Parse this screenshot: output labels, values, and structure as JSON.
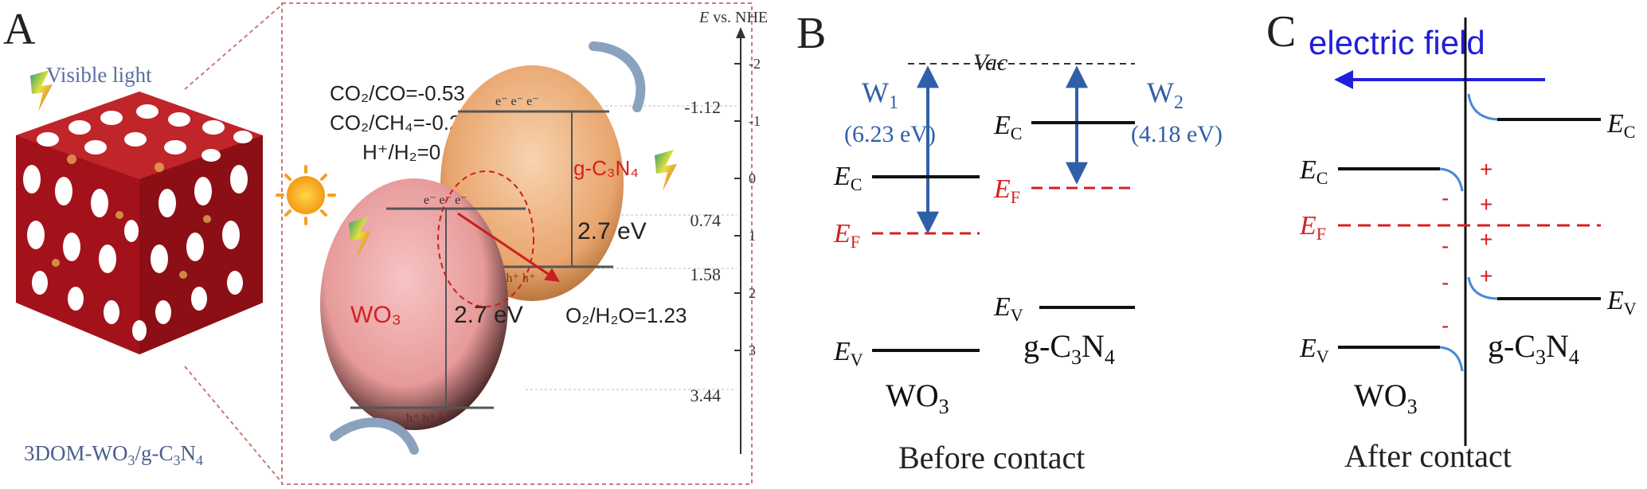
{
  "colors": {
    "blue": "#2f5fa8",
    "field_blue": "#1f1fdc",
    "red": "#d42020",
    "black": "#111111",
    "lattice": "#a3121a",
    "wo3": "#e7a0a0",
    "gcn": "#e8a36a",
    "dashed_box": "#c97a7a"
  },
  "panel_a": {
    "letter": "A",
    "visible_light": "Visible light",
    "composite_label": "3DOM-WO",
    "composite_sub3": "3",
    "composite_mid": "/g-C",
    "composite_sub_c": "3",
    "composite_n": "N",
    "composite_sub_n": "4",
    "axis_title_e": "E",
    "axis_title_rest": " vs. NHE",
    "axis_ticks": [
      "-2",
      "-1",
      "0",
      "1",
      "2",
      "3"
    ],
    "level_values": [
      "-1.12",
      "0.74",
      "1.58",
      "3.44"
    ],
    "redox": {
      "co2_co": "CO₂/CO=-0.53",
      "co2_ch4": "CO₂/CH₄=-0.24",
      "h_h2": "H⁺/H₂=0.0",
      "o2_h2o": "O₂/H₂O=1.23"
    },
    "wo3_label": "WO₃",
    "wo3_gap": "2.7 eV",
    "gcn_label": "g-C₃N₄",
    "gcn_gap": "2.7 eV",
    "electrons": "e⁻ e⁻ e⁻",
    "holes": "h⁺ h⁺ h⁺"
  },
  "panel_b": {
    "letter": "B",
    "vac": "Vac",
    "w1": "W",
    "w1_sub": "1",
    "w1_value": "(6.23 eV)",
    "w2": "W",
    "w2_sub": "2",
    "w2_value": "(4.18 eV)",
    "ec_left": "E",
    "ec_left_sub": "C",
    "ef_left": "E",
    "ef_left_sub": "F",
    "ev_left": "E",
    "ev_left_sub": "V",
    "ec_right": "E",
    "ec_right_sub": "C",
    "ef_right": "E",
    "ef_right_sub": "F",
    "ev_right": "E",
    "ev_right_sub": "V",
    "wo3": "WO",
    "wo3_sub": "3",
    "gcn_a": "g-C",
    "gcn_sub3": "3",
    "gcn_n": "N",
    "gcn_sub4": "4",
    "caption": "Before contact"
  },
  "panel_c": {
    "letter": "C",
    "field": "electric field",
    "ec_left": "E",
    "ec_left_sub": "C",
    "ef": "E",
    "ef_sub": "F",
    "ev_left": "E",
    "ev_left_sub": "V",
    "ec_right": "E",
    "ec_right_sub": "C",
    "ev_right": "E",
    "ev_right_sub": "V",
    "plus": "+",
    "minus": "-",
    "wo3": "WO",
    "wo3_sub": "3",
    "gcn_a": "g-C",
    "gcn_sub3": "3",
    "gcn_n": "N",
    "gcn_sub4": "4",
    "caption": "After contact"
  }
}
